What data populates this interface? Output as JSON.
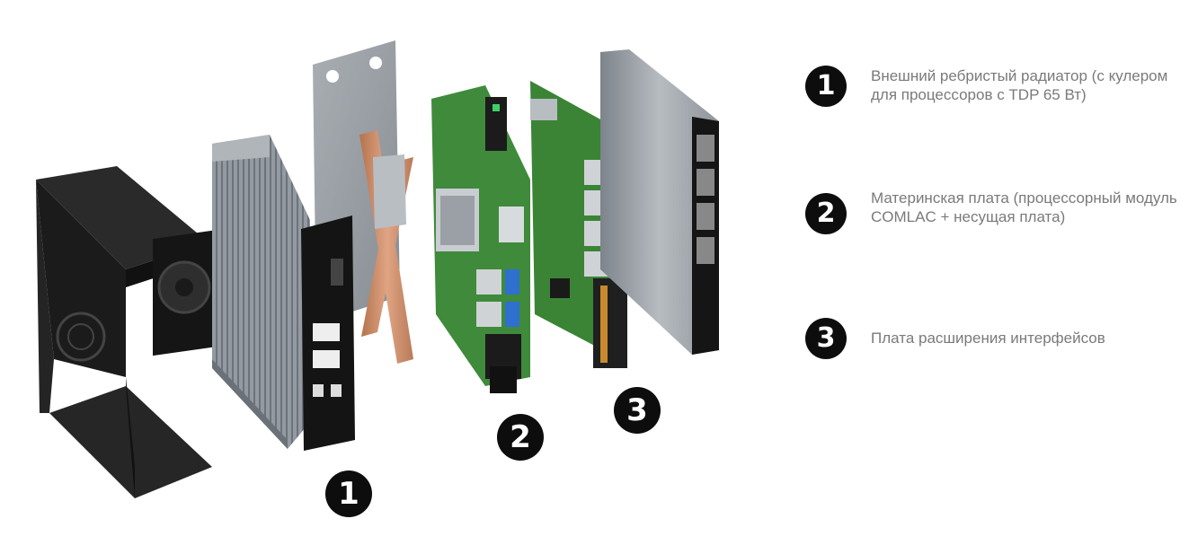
{
  "markers": {
    "one": "1",
    "two": "2",
    "three": "3"
  },
  "legend": [
    {
      "number": "1",
      "text": "Внешний ребристый радиатор (с кулером для процессоров с TDP 65 Вт)"
    },
    {
      "number": "2",
      "text": "Материнская плата (процессорный модуль COMLAC + несущая плата)"
    },
    {
      "number": "3",
      "text": "Плата расширения интерфейсов"
    }
  ],
  "colors": {
    "marker": "#0d0d0d",
    "legend_text": "#7a7a7a",
    "heatsink": "#8d939a",
    "pcb": "#3f8a3b",
    "chassis": "#1c1c1c",
    "copper": "#c98a63"
  }
}
